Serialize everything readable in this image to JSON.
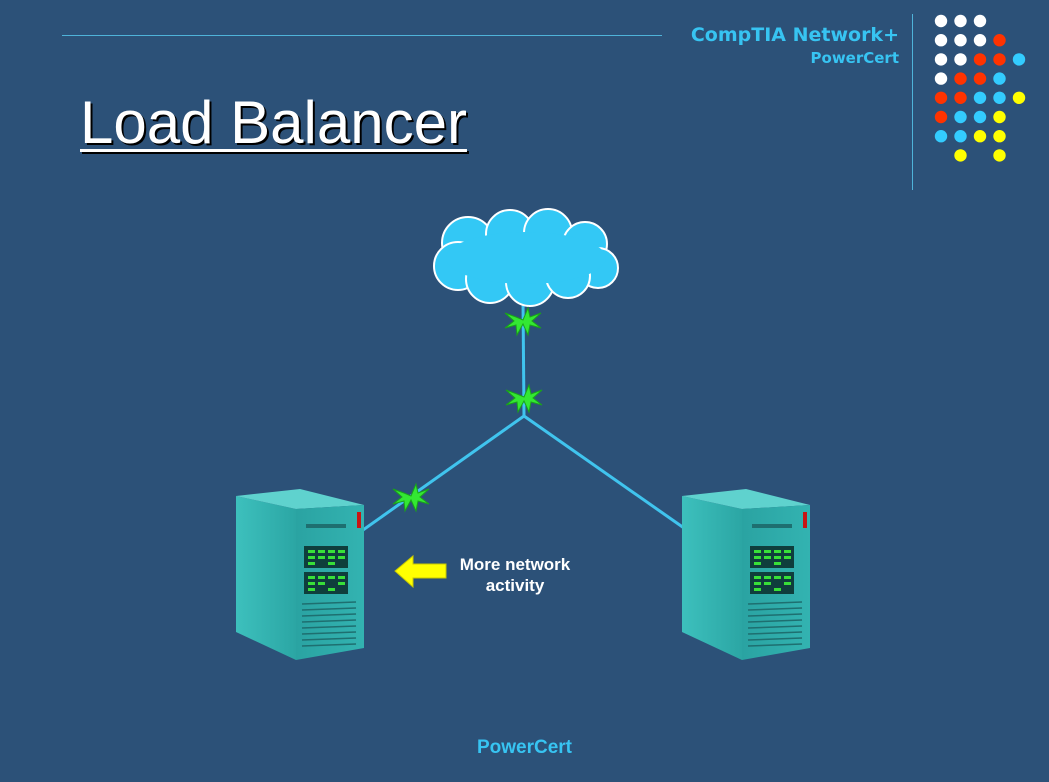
{
  "header": {
    "brand_title": "CompTIA Network+",
    "brand_subtitle": "PowerCert"
  },
  "slide": {
    "title": "Load Balancer"
  },
  "diagram": {
    "annotation_line1": "More network",
    "annotation_line2": "activity",
    "icons": [
      "cloud-icon",
      "server-icon",
      "server-icon",
      "arrow-icon",
      "activity-spark-icon"
    ]
  },
  "footer": {
    "text": "PowerCert"
  },
  "colors": {
    "background": "#2c5178",
    "accent": "#37c4f2",
    "link": "#40c4ee",
    "spark": "#33e833",
    "arrow": "#ffff00",
    "server": "#33aeac",
    "dot_white": "#ffffff",
    "dot_red": "#ff3300",
    "dot_blue": "#33ccff",
    "dot_yellow": "#ffff00"
  }
}
